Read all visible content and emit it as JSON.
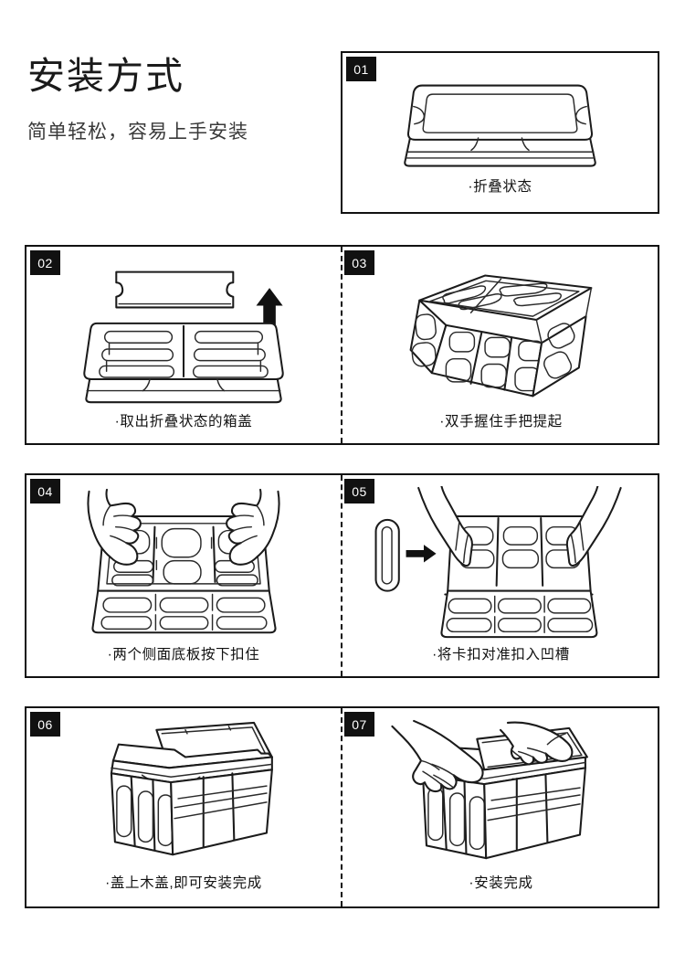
{
  "header": {
    "title": "安装方式",
    "subtitle": "简单轻松，容易上手安装"
  },
  "steps": [
    {
      "badge": "01",
      "caption": "·折叠状态",
      "art": "folded-box"
    },
    {
      "badge": "02",
      "caption": "·取出折叠状态的箱盖",
      "art": "lid-removal-with-up-arrow"
    },
    {
      "badge": "03",
      "caption": "·双手握住手把提起",
      "art": "box-lifted-by-handles"
    },
    {
      "badge": "04",
      "caption": "·两个侧面底板按下扣住",
      "art": "two-hands-pressing-side-panels"
    },
    {
      "badge": "05",
      "caption": "·将卡扣对准扣入凹槽",
      "art": "clip-into-groove-with-arrow"
    },
    {
      "badge": "06",
      "caption": "·盖上木盖,即可安装完成",
      "art": "wooden-lid-on-box"
    },
    {
      "badge": "07",
      "caption": "·安装完成",
      "art": "hands-closing-finished-box"
    }
  ],
  "colors": {
    "ink": "#111111",
    "line": "#1b1b1b",
    "background": "#ffffff",
    "badge_text": "#ffffff",
    "subtitle": "#3a3a3a"
  }
}
